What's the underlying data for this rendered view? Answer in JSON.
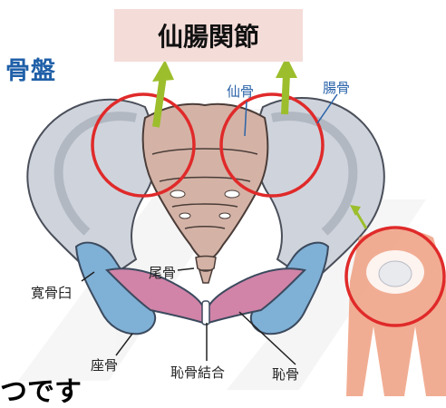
{
  "title": "骨盤",
  "callout": "仙腸関節",
  "labels": {
    "sacrum": "仙骨",
    "ilium": "腸骨",
    "coccyx": "尾骨",
    "acetabulum": "寛骨臼",
    "ischium": "座骨",
    "pubic_symphysis": "恥骨結合",
    "pubis": "恥骨"
  },
  "bottom_text": "つです",
  "colors": {
    "title": "#1f5fa8",
    "callout_bg": "#f4dcd8",
    "ilium": "#cfd4dc",
    "sacrum": "#d4b3a6",
    "pubis": "#d184a8",
    "ischium": "#7fb0d6",
    "highlight_circle": "#e02a2a",
    "arrow": "#9cbe2c",
    "body_figure": "#f0a487"
  }
}
